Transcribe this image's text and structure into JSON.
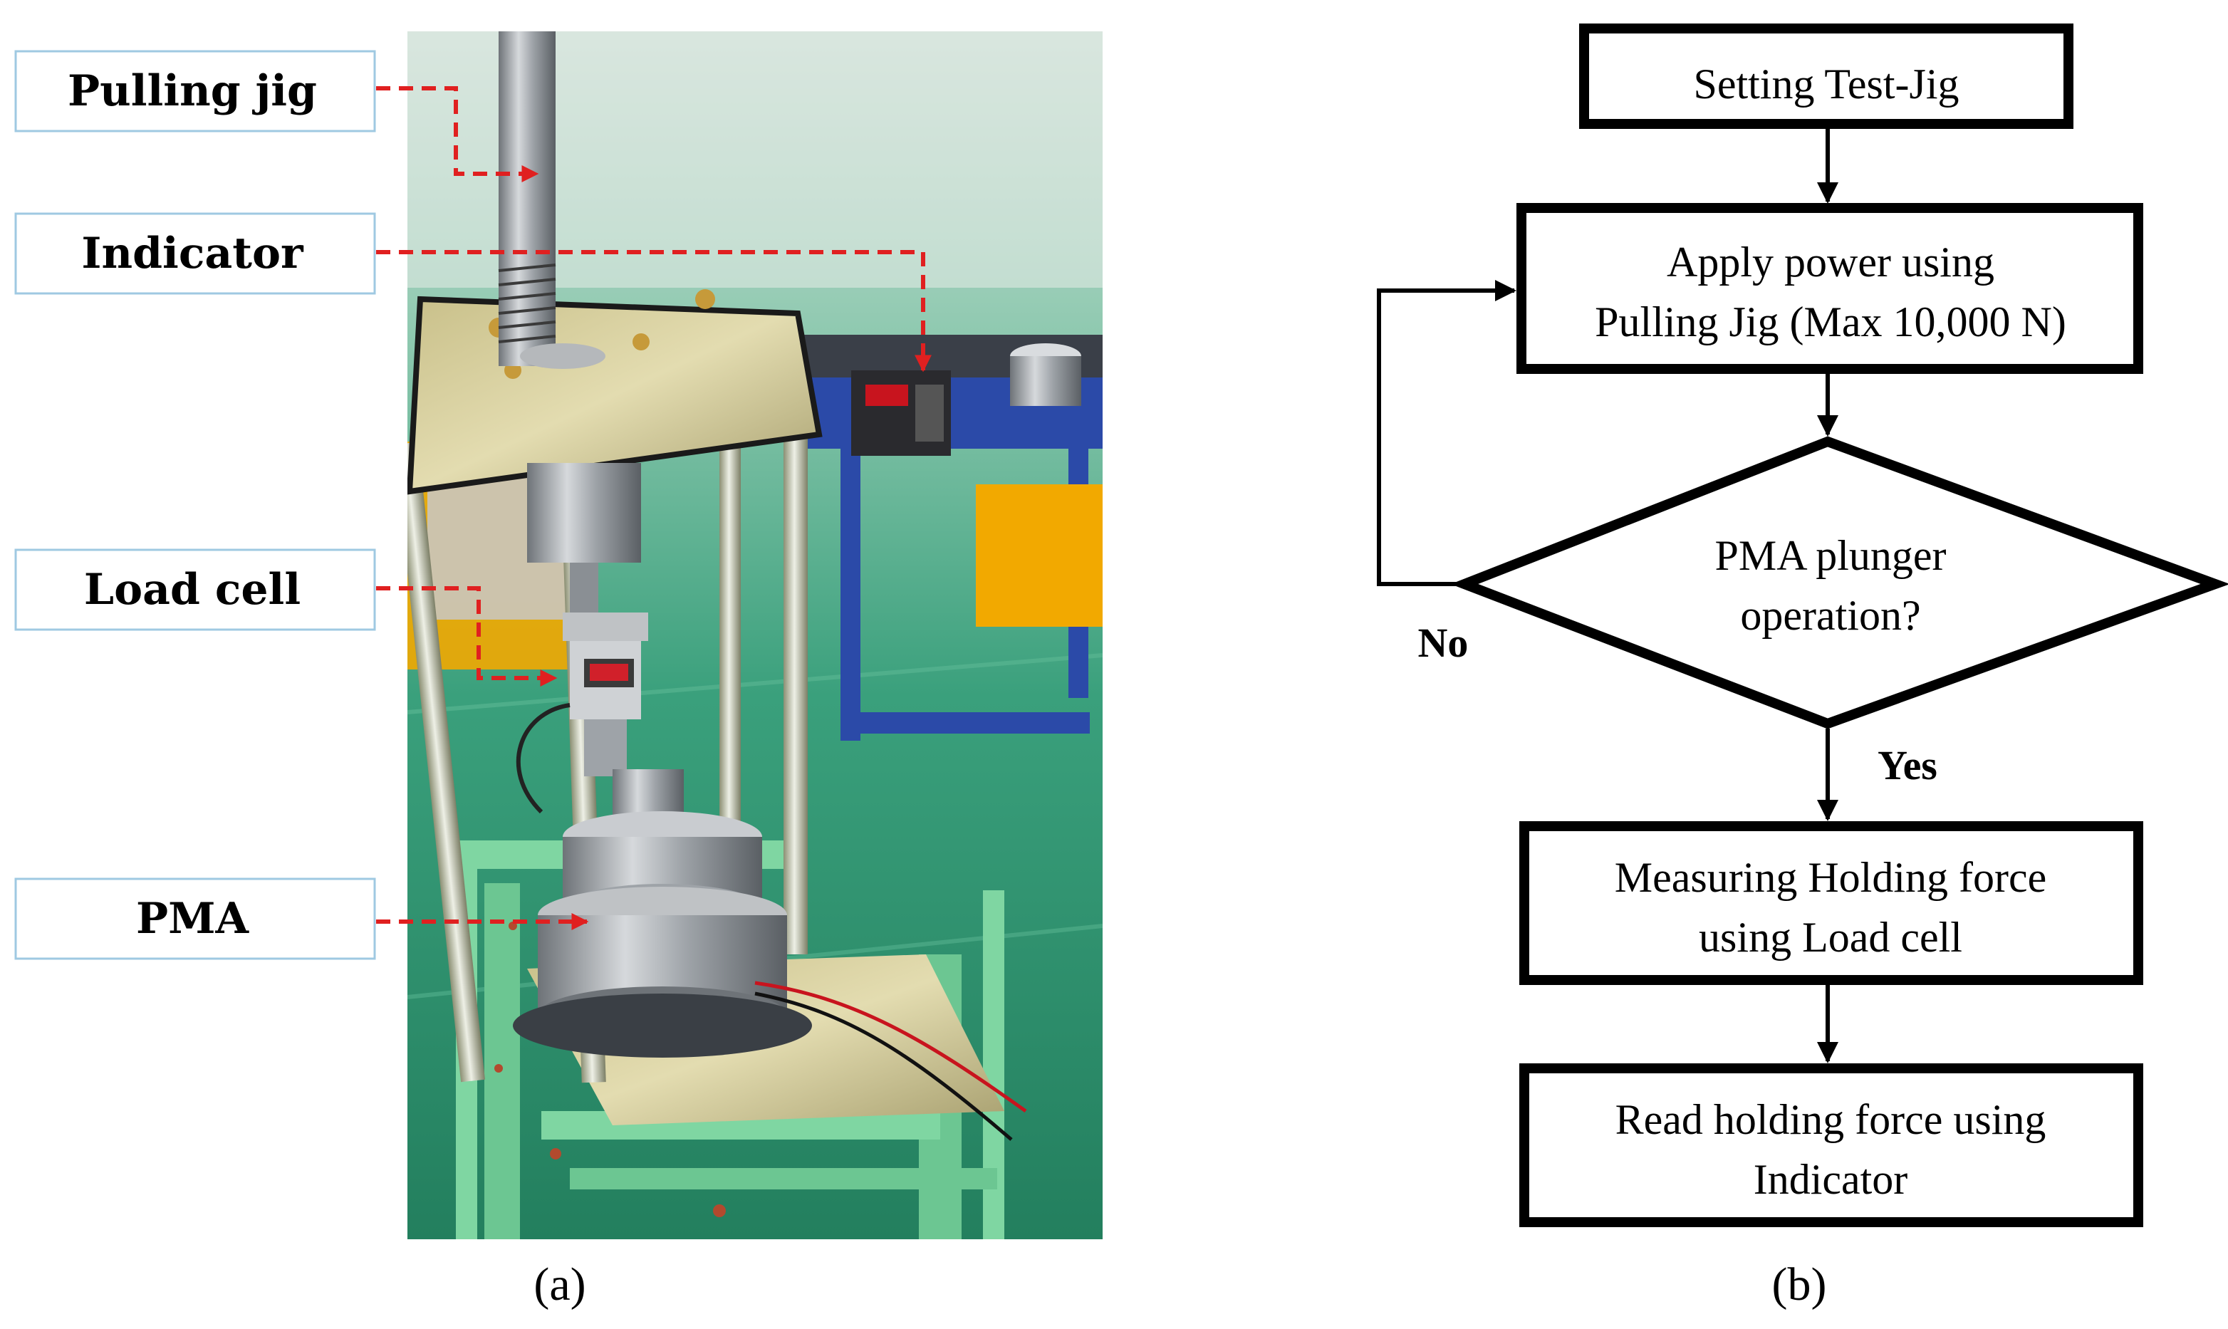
{
  "panel_a": {
    "caption": "(a)",
    "callouts": [
      {
        "id": "pulling-jig",
        "label": "Pulling jig"
      },
      {
        "id": "indicator",
        "label": "Indicator"
      },
      {
        "id": "load-cell",
        "label": "Load cell"
      },
      {
        "id": "pma",
        "label": "PMA"
      }
    ],
    "colors": {
      "leader": "#e02020",
      "callout_border": "#9fc9e2",
      "floor": "#2f9a74",
      "frame": "#7fd6a2",
      "table": "#2b4aa8",
      "steel": "#a9adb2",
      "rust": "#b24a2e"
    }
  },
  "panel_b": {
    "caption": "(b)",
    "steps": [
      {
        "id": "setting-test-jig",
        "lines": [
          "Setting Test-Jig"
        ]
      },
      {
        "id": "apply-power",
        "lines": [
          "Apply power using",
          "Pulling Jig (Max 10,000 N)"
        ]
      },
      {
        "id": "decision",
        "lines": [
          "PMA plunger",
          "operation?"
        ]
      },
      {
        "id": "measuring",
        "lines": [
          "Measuring Holding force",
          "using Load cell"
        ]
      },
      {
        "id": "read",
        "lines": [
          "Read holding force using",
          "Indicator"
        ]
      }
    ],
    "branches": {
      "no": "No",
      "yes": "Yes"
    }
  }
}
